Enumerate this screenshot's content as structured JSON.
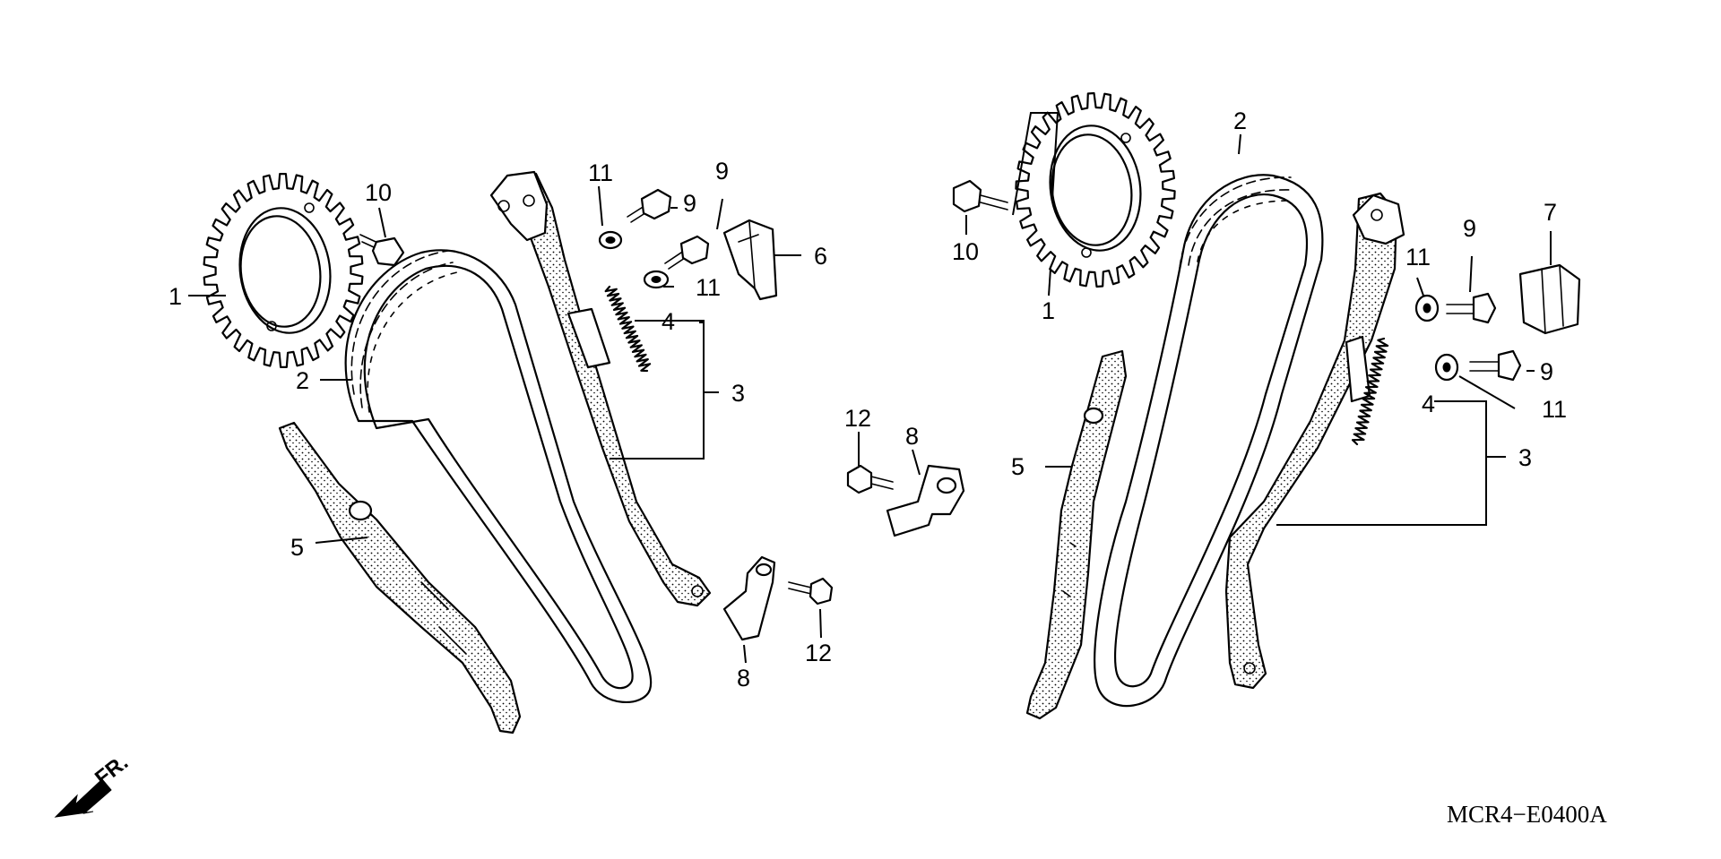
{
  "diagram_code": "MCR4−E0400A",
  "front_marker": {
    "label": "FR.",
    "icon": "front-arrow-icon"
  },
  "callouts": {
    "c1": "1",
    "c2": "2",
    "c3": "3",
    "c4": "4",
    "c5": "5",
    "c6": "6",
    "c7": "7",
    "c8": "8",
    "c9": "9",
    "c10": "10",
    "c11": "11",
    "c12": "12"
  }
}
